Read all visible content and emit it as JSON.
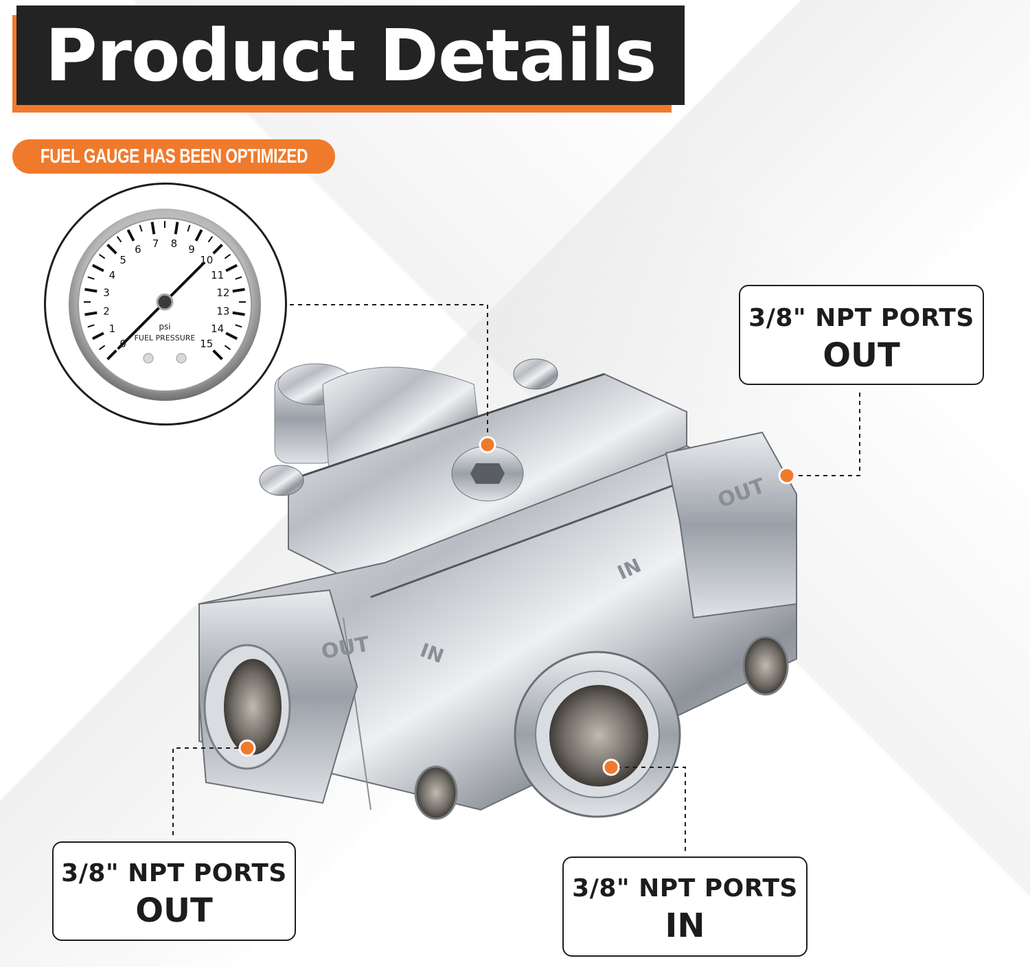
{
  "header": {
    "title": "Product Details"
  },
  "badge": {
    "text": "FUEL GAUGE HAS BEEN OPTIMIZED"
  },
  "gauge": {
    "unit": "psi",
    "label": "FUEL PRESSURE",
    "ticks": [
      "0",
      "1",
      "2",
      "3",
      "4",
      "5",
      "6",
      "7",
      "8",
      "9",
      "10",
      "11",
      "12",
      "13",
      "14",
      "15"
    ],
    "needle_value": 0
  },
  "callouts": {
    "top_right": {
      "line1": "3/8\" NPT PORTS",
      "line2": "OUT"
    },
    "bottom_left": {
      "line1": "3/8\" NPT PORTS",
      "line2": "OUT"
    },
    "bottom_right": {
      "line1": "3/8\" NPT PORTS",
      "line2": "IN"
    }
  },
  "port_markings": {
    "left_port": "OUT",
    "right_port": "OUT",
    "inlet_a": "IN",
    "inlet_b": "IN"
  },
  "colors": {
    "accent": "#f07a2c",
    "header_bg": "#232323",
    "text": "#1c1c1c",
    "chrome": "#c9ccd0"
  }
}
